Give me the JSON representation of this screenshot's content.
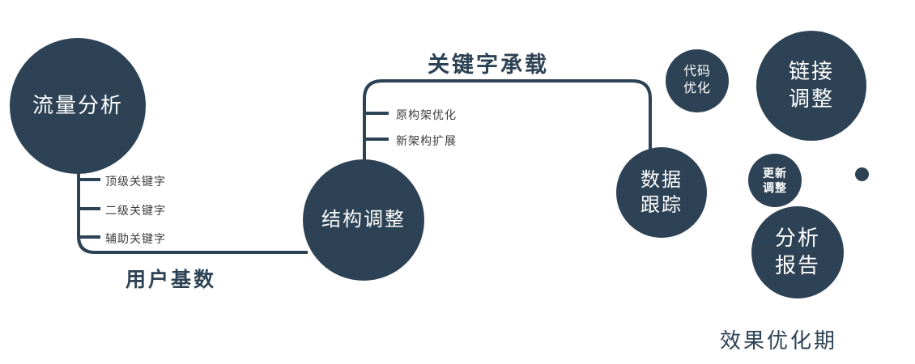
{
  "colors": {
    "primary": "#2d4254",
    "background": "#ffffff"
  },
  "nodes": {
    "traffic": {
      "label": "流量分析"
    },
    "structure": {
      "label": "结构调整"
    },
    "data_tracking": {
      "label": "数据\n跟踪"
    },
    "code_opt": {
      "label": "代码\n优化"
    },
    "link_adjust": {
      "label": "链接\n调整"
    },
    "update_adjust": {
      "label": "更新\n调整"
    },
    "analysis_report": {
      "label": "分析\n报告"
    }
  },
  "branches": {
    "traffic": [
      "顶级关键字",
      "二级关键字",
      "辅助关键字"
    ],
    "structure": [
      "原构架优化",
      "新架构扩展"
    ]
  },
  "edges": {
    "user_base": "用户基数",
    "keyword_bearing": "关键字承载"
  },
  "caption": "效果优化期"
}
